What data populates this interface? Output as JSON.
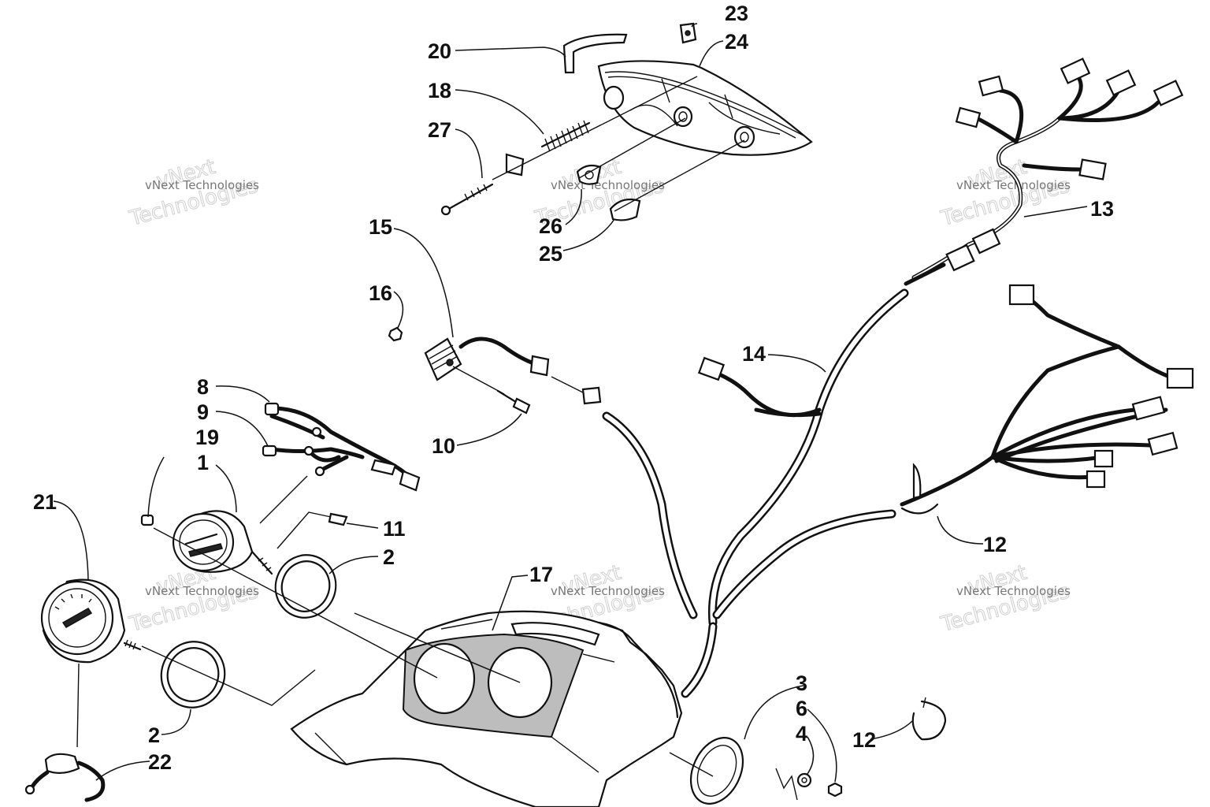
{
  "callouts": {
    "c23": "23",
    "c24": "24",
    "c20": "20",
    "c18": "18",
    "c27": "27",
    "c26": "26",
    "c25": "25",
    "c13": "13",
    "c15": "15",
    "c16": "16",
    "c14": "14",
    "c8": "8",
    "c9": "9",
    "c19": "19",
    "c1": "1",
    "c10": "10",
    "c11": "11",
    "c21": "21",
    "c2a": "2",
    "c2b": "2",
    "c17": "17",
    "c12a": "12",
    "c12b": "12",
    "c3": "3",
    "c6": "6",
    "c4": "4",
    "c22": "22"
  },
  "watermark": {
    "line1": "vNext",
    "line2": "Technologies",
    "small": "vNext Technologies"
  }
}
